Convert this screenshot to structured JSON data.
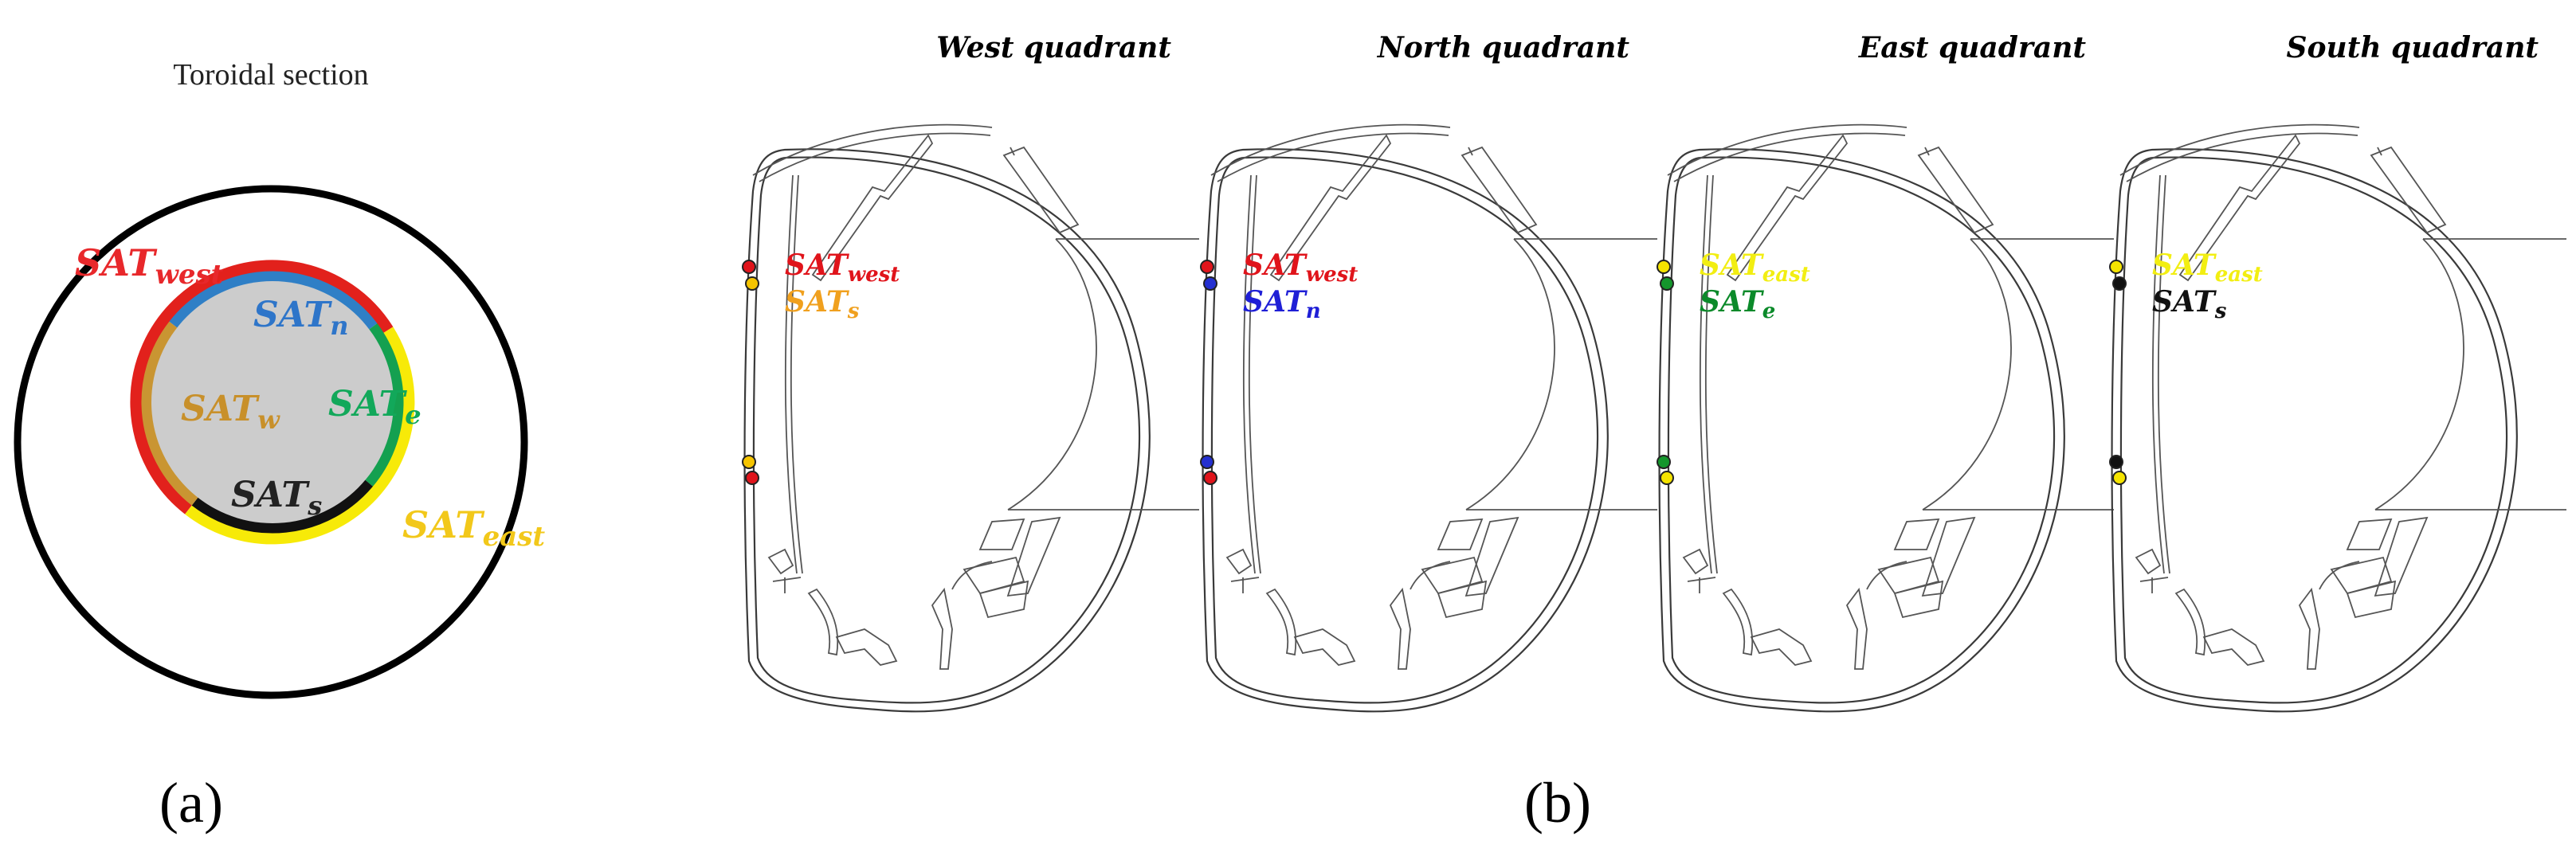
{
  "panel_a": {
    "title": "Toroidal section",
    "caption": "(a)",
    "labels": [
      {
        "base": "SAT",
        "sub": "west",
        "color": "#e8282b"
      },
      {
        "base": "SAT",
        "sub": "n",
        "color": "#2e75c9"
      },
      {
        "base": "SAT",
        "sub": "w",
        "color": "#c8902a"
      },
      {
        "base": "SAT",
        "sub": "e",
        "color": "#12a85a"
      },
      {
        "base": "SAT",
        "sub": "s",
        "color": "#222222"
      },
      {
        "base": "SAT",
        "sub": "east",
        "color": "#f2c81a"
      }
    ],
    "ring_colors": {
      "outer_red": "#e2211c",
      "outer_yellow": "#f7ea08",
      "inner_blue": "#2f7fc6",
      "inner_green": "#14a050",
      "inner_black": "#111111",
      "inner_orange": "#c99532",
      "core_fill": "#cccccc"
    }
  },
  "panel_b": {
    "caption": "(b)",
    "quadrants": [
      {
        "title": "West quadrant",
        "labels": [
          {
            "base": "SAT",
            "sub": "west",
            "color": "#e0141b"
          },
          {
            "base": "SAT",
            "sub": "s",
            "color": "#f0a01e"
          }
        ],
        "markers": [
          "#e0141b",
          "#f5c400",
          "#f5c400",
          "#e0141b"
        ]
      },
      {
        "title": "North quadrant",
        "labels": [
          {
            "base": "SAT",
            "sub": "west",
            "color": "#e0141b"
          },
          {
            "base": "SAT",
            "sub": "n",
            "color": "#1f1fd6"
          }
        ],
        "markers": [
          "#e0141b",
          "#2430d0",
          "#2430d0",
          "#e0141b"
        ]
      },
      {
        "title": "East quadrant",
        "labels": [
          {
            "base": "SAT",
            "sub": "east",
            "color": "#f2ee12"
          },
          {
            "base": "SAT",
            "sub": "e",
            "color": "#0b8a2a"
          }
        ],
        "markers": [
          "#f5e400",
          "#14962c",
          "#14962c",
          "#f5e400"
        ]
      },
      {
        "title": "South quadrant",
        "labels": [
          {
            "base": "SAT",
            "sub": "east",
            "color": "#f2ee12"
          },
          {
            "base": "SAT",
            "sub": "s",
            "color": "#111111"
          }
        ],
        "markers": [
          "#f5e400",
          "#111111",
          "#111111",
          "#f5e400"
        ]
      }
    ]
  }
}
